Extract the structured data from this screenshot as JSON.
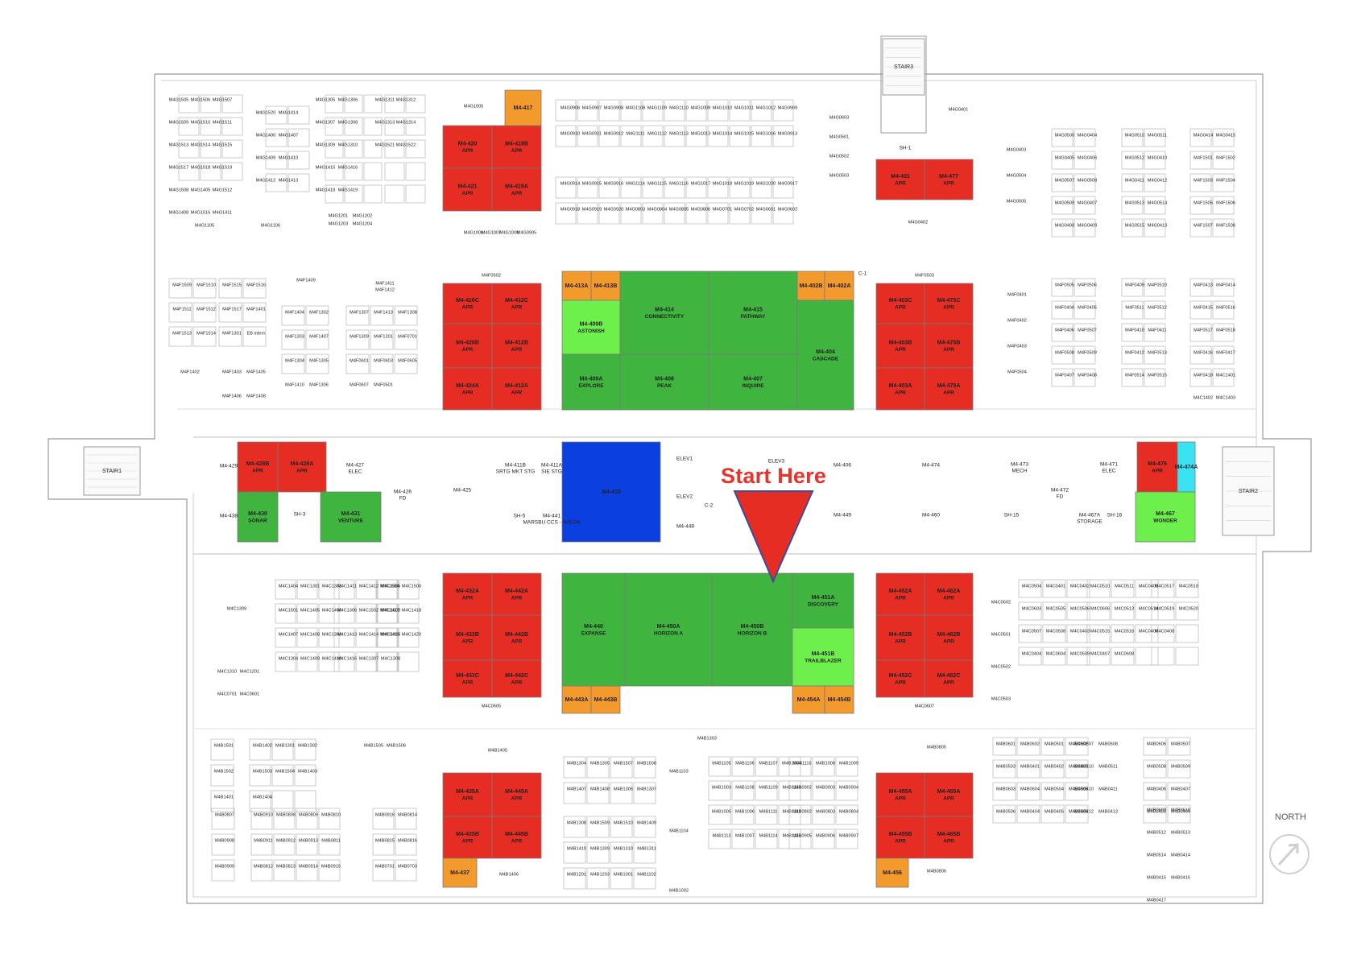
{
  "callout": {
    "text": "Start Here",
    "color": "#e8332b"
  },
  "compass": {
    "label": "NORTH"
  },
  "colors": {
    "booked": "#e52d23",
    "orange": "#f39a2c",
    "green": "#3fb43f",
    "light_green": "#6ef04c",
    "blue": "#0b3fe0",
    "cyan": "#39e3f2"
  },
  "stairs": [
    "STAIR3",
    "STAIR1",
    "STAIR2"
  ],
  "rooms": [
    {
      "id": "M4-420",
      "sub": "APR",
      "fill": "booked"
    },
    {
      "id": "M4-419B",
      "sub": "APR",
      "fill": "booked"
    },
    {
      "id": "M4-421",
      "sub": "APR",
      "fill": "booked"
    },
    {
      "id": "M4-419A",
      "sub": "APR",
      "fill": "booked"
    },
    {
      "id": "M4-417",
      "sub": "",
      "fill": "orange"
    },
    {
      "id": "M4-401",
      "sub": "APR",
      "fill": "booked"
    },
    {
      "id": "M4-477",
      "sub": "APR",
      "fill": "booked"
    },
    {
      "id": "M4-426C",
      "sub": "APR",
      "fill": "booked"
    },
    {
      "id": "M4-412C",
      "sub": "APR",
      "fill": "booked"
    },
    {
      "id": "M4-426B",
      "sub": "APR",
      "fill": "booked"
    },
    {
      "id": "M4-412B",
      "sub": "APR",
      "fill": "booked"
    },
    {
      "id": "M4-424A",
      "sub": "APR",
      "fill": "booked"
    },
    {
      "id": "M4-412A",
      "sub": "APR",
      "fill": "booked"
    },
    {
      "id": "M4-413A",
      "sub": "",
      "fill": "orange"
    },
    {
      "id": "M4-413B",
      "sub": "",
      "fill": "orange"
    },
    {
      "id": "M4-409B",
      "sub": "ASTONISH",
      "fill": "light_green"
    },
    {
      "id": "M4-414",
      "sub": "CONNECTIVITY",
      "fill": "green"
    },
    {
      "id": "M4-415",
      "sub": "PATHWAY",
      "fill": "green"
    },
    {
      "id": "M4-402B",
      "sub": "",
      "fill": "orange"
    },
    {
      "id": "M4-402A",
      "sub": "",
      "fill": "orange"
    },
    {
      "id": "M4-409A",
      "sub": "EXPLORE",
      "fill": "green"
    },
    {
      "id": "M4-408",
      "sub": "PEAK",
      "fill": "green"
    },
    {
      "id": "M4-407",
      "sub": "INQUIRE",
      "fill": "green"
    },
    {
      "id": "M4-404",
      "sub": "CASCADE",
      "fill": "green"
    },
    {
      "id": "M4-403C",
      "sub": "APR",
      "fill": "booked"
    },
    {
      "id": "M4-475C",
      "sub": "APR",
      "fill": "booked"
    },
    {
      "id": "M4-403B",
      "sub": "APR",
      "fill": "booked"
    },
    {
      "id": "M4-475B",
      "sub": "APR",
      "fill": "booked"
    },
    {
      "id": "M4-403A",
      "sub": "APR",
      "fill": "booked"
    },
    {
      "id": "M4-475A",
      "sub": "APR",
      "fill": "booked"
    },
    {
      "id": "M4-428B",
      "sub": "APR",
      "fill": "booked"
    },
    {
      "id": "M4-428A",
      "sub": "APR",
      "fill": "booked"
    },
    {
      "id": "M4-430",
      "sub": "SONAR",
      "fill": "green"
    },
    {
      "id": "M4-431",
      "sub": "VENTURE",
      "fill": "green"
    },
    {
      "id": "M4-410",
      "sub": "",
      "fill": "blue"
    },
    {
      "id": "M4-476",
      "sub": "APR",
      "fill": "booked"
    },
    {
      "id": "M4-474A",
      "sub": "",
      "fill": "cyan"
    },
    {
      "id": "M4-467",
      "sub": "WONDER",
      "fill": "light_green"
    },
    {
      "id": "M4-432A",
      "sub": "APR",
      "fill": "booked"
    },
    {
      "id": "M4-442A",
      "sub": "APR",
      "fill": "booked"
    },
    {
      "id": "M4-432B",
      "sub": "APR",
      "fill": "booked"
    },
    {
      "id": "M4-442B",
      "sub": "APR",
      "fill": "booked"
    },
    {
      "id": "M4-432C",
      "sub": "APR",
      "fill": "booked"
    },
    {
      "id": "M4-442C",
      "sub": "APR",
      "fill": "booked"
    },
    {
      "id": "M4-440",
      "sub": "EXPANSE",
      "fill": "green"
    },
    {
      "id": "M4-450A",
      "sub": "HORIZON A",
      "fill": "green"
    },
    {
      "id": "M4-450B",
      "sub": "HORIZON B",
      "fill": "green"
    },
    {
      "id": "M4-451A",
      "sub": "DISCOVERY",
      "fill": "green"
    },
    {
      "id": "M4-451B",
      "sub": "TRAILBLAZER",
      "fill": "light_green"
    },
    {
      "id": "M4-443A",
      "sub": "",
      "fill": "orange"
    },
    {
      "id": "M4-443B",
      "sub": "",
      "fill": "orange"
    },
    {
      "id": "M4-454A",
      "sub": "",
      "fill": "orange"
    },
    {
      "id": "M4-454B",
      "sub": "",
      "fill": "orange"
    },
    {
      "id": "M4-452A",
      "sub": "APR",
      "fill": "booked"
    },
    {
      "id": "M4-462A",
      "sub": "APR",
      "fill": "booked"
    },
    {
      "id": "M4-452B",
      "sub": "APR",
      "fill": "booked"
    },
    {
      "id": "M4-462B",
      "sub": "APR",
      "fill": "booked"
    },
    {
      "id": "M4-452C",
      "sub": "APR",
      "fill": "booked"
    },
    {
      "id": "M4-462C",
      "sub": "APR",
      "fill": "booked"
    },
    {
      "id": "M4-435A",
      "sub": "APR",
      "fill": "booked"
    },
    {
      "id": "M4-445A",
      "sub": "APR",
      "fill": "booked"
    },
    {
      "id": "M4-435B",
      "sub": "APR",
      "fill": "booked"
    },
    {
      "id": "M4-445B",
      "sub": "APR",
      "fill": "booked"
    },
    {
      "id": "M4-437",
      "sub": "",
      "fill": "orange"
    },
    {
      "id": "M4-455A",
      "sub": "APR",
      "fill": "booked"
    },
    {
      "id": "M4-465A",
      "sub": "APR",
      "fill": "booked"
    },
    {
      "id": "M4-455B",
      "sub": "APR",
      "fill": "booked"
    },
    {
      "id": "M4-465B",
      "sub": "APR",
      "fill": "booked"
    },
    {
      "id": "M4-456",
      "sub": "",
      "fill": "orange"
    }
  ],
  "plain_rooms": [
    "M4-429",
    "M4-427",
    "ELEC",
    "M4-426",
    "FD",
    "M4-425",
    "M4-411B",
    "SRTG MKT STG",
    "M4-411A",
    "SIE STG",
    "SH-5",
    "M4-441",
    "MARSBU CCS - AVEON",
    "ELEV1",
    "ELEV2",
    "C-2",
    "M4-448",
    "ELEV3",
    "M4-406",
    "M4-474",
    "M4-449",
    "M4-460",
    "M4-473",
    "MECH",
    "M4-471",
    "ELEC",
    "M4-472",
    "FD",
    "SH-15",
    "SH-16",
    "M4-467A",
    "STORAGE",
    "M4-438",
    "SH-3",
    "SH-1",
    "C-1"
  ],
  "workstations": [
    "M4G1505",
    "M4G1506",
    "M4G1507",
    "M4G1509",
    "M4G1510",
    "M4G1511",
    "M4G1513",
    "M4G1514",
    "M4G1515",
    "M4G1517",
    "M4G1518",
    "M4G1519",
    "M4G1508",
    "M4G1405",
    "M4G1512",
    "M4G1408",
    "M4G1516",
    "M4G1411",
    "M4G1520",
    "M4G1414",
    "M4G1406",
    "M4G1407",
    "M4G1409",
    "M4G1410",
    "M4G1412",
    "M4G1413",
    "M4G1305",
    "M4G1306",
    "M4G1307",
    "M4G1308",
    "M4G1309",
    "M4G1310",
    "M4G1415",
    "M4G1416",
    "M4G1418",
    "M4G1419",
    "M4G1311",
    "M4G1312",
    "M4G1313",
    "M4G1314",
    "M4G1521",
    "M4G1522",
    "M4G1201",
    "M4G1202",
    "M4G1203",
    "M4G1204",
    "M4G1105",
    "M4G1106",
    "M4G1005",
    "M4G1006",
    "M4G1007",
    "M4G1008",
    "M4G0905",
    "M4G0906",
    "M4G0907",
    "M4G0908",
    "M4G1108",
    "M4G1109",
    "M4G1110",
    "M4G1009",
    "M4G1010",
    "M4G1011",
    "M4G1012",
    "M4G0909",
    "M4G0910",
    "M4G0911",
    "M4G0912",
    "M4G1111",
    "M4G1112",
    "M4G1113",
    "M4G1013",
    "M4G1014",
    "M4G1015",
    "M4G1016",
    "M4G0913",
    "M4G0914",
    "M4G0915",
    "M4G0916",
    "M4G1114",
    "M4G1115",
    "M4G1116",
    "M4G1017",
    "M4G1018",
    "M4G1019",
    "M4G1020",
    "M4G0917",
    "M4G0918",
    "M4G0919",
    "M4G0920",
    "M4G0803",
    "M4G0804",
    "M4G0805",
    "M4G0806",
    "M4G0701",
    "M4G0702",
    "M4G0601",
    "M4G0602",
    "M4G0603",
    "M4G0501",
    "M4G0502",
    "M4G0503",
    "M4G0401",
    "M4G0402",
    "M4G0403",
    "M4G0504",
    "M4G0505",
    "M4G0506",
    "M4G0404",
    "M4G0405",
    "M4G0406",
    "M4G0507",
    "M4G0508",
    "M4G0509",
    "M4G0407",
    "M4G0408",
    "M4G0409",
    "M4G0510",
    "M4G0511",
    "M4G0512",
    "M4G0410",
    "M4G0411",
    "M4G0412",
    "M4G0513",
    "M4G0514",
    "M4G0515",
    "M4G0413",
    "M4G0414",
    "M4G0415",
    "M4F1501",
    "M4F1502",
    "M4F1503",
    "M4F1504",
    "M4F1505",
    "M4F1506",
    "M4F1507",
    "M4F1508",
    "M4F1509",
    "M4F1510",
    "M4F1511",
    "M4F1512",
    "M4F1513",
    "M4F1514",
    "M4F1515",
    "M4F1516",
    "M4F1517",
    "M4F1401",
    "M4F1301",
    "EB intern",
    "M4F1402",
    "M4F1403",
    "M4F1405",
    "M4F1406",
    "M4F1408",
    "M4F1409",
    "M4F1411",
    "M4F1412",
    "M4F1404",
    "M4F1302",
    "M4F1303",
    "M4F1407",
    "M4F1304",
    "M4F1305",
    "M4F1410",
    "M4F1306",
    "M4F1307",
    "M4F1413",
    "M4F1308",
    "M4F1309",
    "M4F1201",
    "M4F0701",
    "M4F0601",
    "M4F0603",
    "M4F0605",
    "M4F0607",
    "M4F0501",
    "M4F0502",
    "M4F0503",
    "M4F0401",
    "M4F0402",
    "M4F0403",
    "M4F0504",
    "M4F0505",
    "M4F0506",
    "M4F0404",
    "M4F0405",
    "M4F0406",
    "M4F0507",
    "M4F0508",
    "M4F0509",
    "M4F0407",
    "M4F0408",
    "M4F0409",
    "M4F0510",
    "M4F0511",
    "M4F0512",
    "M4F0410",
    "M4F0411",
    "M4F0412",
    "M4F0513",
    "M4F0514",
    "M4F0515",
    "M4F0413",
    "M4F0414",
    "M4F0415",
    "M4F0516",
    "M4F0517",
    "M4F0518",
    "M4F0416",
    "M4F0417",
    "M4F0418",
    "M4C1401",
    "M4C1402",
    "M4C1403",
    "M4C1404",
    "M4C1301",
    "M4C1302",
    "M4C1501",
    "M4C1405",
    "M4C1406",
    "M4C1407",
    "M4C1408",
    "M4C1303",
    "M4C1304",
    "M4C1409",
    "M4C1410",
    "M4C1411",
    "M4C1412",
    "M4C1305",
    "M4C1306",
    "M4C1502",
    "M4C1503",
    "M4C1413",
    "M4C1414",
    "M4C1415",
    "M4C1416",
    "M4C1307",
    "M4C1308",
    "M4C1504",
    "M4C1500",
    "M4C1417",
    "M4C1418",
    "M4C1419",
    "M4C1420",
    "M4C1309",
    "M4C1310",
    "M4C1201",
    "M4C0701",
    "M4C0601",
    "M4C0605",
    "M4C0607",
    "M4C0602",
    "M4C0501",
    "M4C0502",
    "M4C0503",
    "M4C0504",
    "M4C0401",
    "M4C0402",
    "M4C0603",
    "M4C0505",
    "M4C0506",
    "M4C0507",
    "M4C0508",
    "M4C0403",
    "M4C0404",
    "M4C0604",
    "M4C0509",
    "M4C0510",
    "M4C0511",
    "M4C0405",
    "M4C0606",
    "M4C0513",
    "M4C0514",
    "M4C0515",
    "M4C0516",
    "M4C0406",
    "M4C0407",
    "M4C0608",
    "M4C0517",
    "M4C0518",
    "M4C0519",
    "M4C0520",
    "M4C0408",
    "M4B1501",
    "M4B1502",
    "M4B1401",
    "M4B1402",
    "M4B1301",
    "M4B1302",
    "M4B1503",
    "M4B1504",
    "M4B1403",
    "M4B1404",
    "M4B1505",
    "M4B1506",
    "M4B1405",
    "M4B1406",
    "M4B1303",
    "M4B1304",
    "M4B1305",
    "M4B1507",
    "M4B1508",
    "M4B1407",
    "M4B1408",
    "M4B1306",
    "M4B1307",
    "M4B1308",
    "M4B1509",
    "M4B1510",
    "M4B1409",
    "M4B1410",
    "M4B1309",
    "M4B1310",
    "M4B1311",
    "M4B1201",
    "M4B1203",
    "M4B1001",
    "M4B1102",
    "M4B1103",
    "M4B1104",
    "M4B1002",
    "M4B1105",
    "M4B1106",
    "M4B1107",
    "M4B1004",
    "M4B1003",
    "M4B1108",
    "M4B1109",
    "M4B1110",
    "M4B1005",
    "M4B1006",
    "M4B1111",
    "M4B1112",
    "M4B1113",
    "M4B1007",
    "M4B1114",
    "M4B1115",
    "M4B1116",
    "M4B1008",
    "M4B1009",
    "M4B0902",
    "M4B0903",
    "M4B0904",
    "M4B0802",
    "M4B0803",
    "M4B0804",
    "M4B0905",
    "M4B0906",
    "M4B0907",
    "M4B0805",
    "M4B0806",
    "M4B0807",
    "M4B0908",
    "M4B0909",
    "M4B0910",
    "M4B0808",
    "M4B0809",
    "M4B0810",
    "M4B0911",
    "M4B0912",
    "M4B0913",
    "M4B0811",
    "M4B0812",
    "M4B0813",
    "M4B0914",
    "M4B0915",
    "M4B0916",
    "M4B0814",
    "M4B0815",
    "M4B0816",
    "M4B0701",
    "M4B0703",
    "M4B0601",
    "M4B0602",
    "M4B0501",
    "M4B0502",
    "M4B0503",
    "M4B0401",
    "M4B0402",
    "M4B0403",
    "M4B0603",
    "M4B0604",
    "M4B0504",
    "M4B0505",
    "M4B0506",
    "M4B0404",
    "M4B0405",
    "M4B0605",
    "M4B0606",
    "M4B0507",
    "M4B0508",
    "M4B0509",
    "M4B0406",
    "M4B0407",
    "M4B0408",
    "M4B0409",
    "M4B0607",
    "M4B0608",
    "M4B0510",
    "M4B0511",
    "M4B0410",
    "M4B0411",
    "M4B0412",
    "M4B0413",
    "M4B0609",
    "M4B0610",
    "M4B0512",
    "M4B0513",
    "M4B0514",
    "M4B0414",
    "M4B0415",
    "M4B0416",
    "M4B0417"
  ]
}
